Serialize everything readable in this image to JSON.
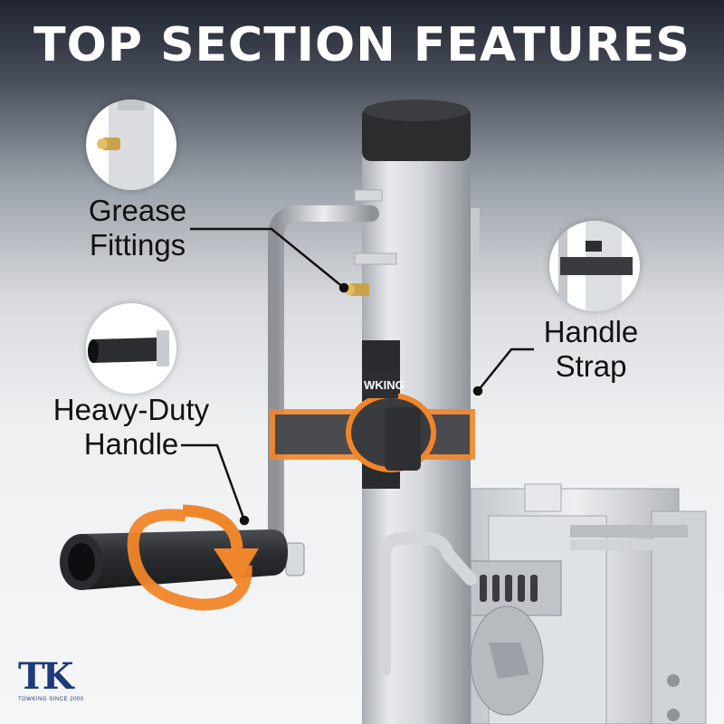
{
  "title": "TOP SECTION FEATURES",
  "callouts": {
    "grease": "Grease\nFittings",
    "handle": "Heavy-Duty\nHandle",
    "strap": "Handle\nStrap"
  },
  "product_brand_text": "WKING",
  "logo": {
    "mark": "TK",
    "tagline": "TOWKING SINCE 2000"
  },
  "colors": {
    "accent_orange": "#f0862a",
    "logo_blue": "#1e3a7b",
    "title_white": "#ffffff"
  }
}
